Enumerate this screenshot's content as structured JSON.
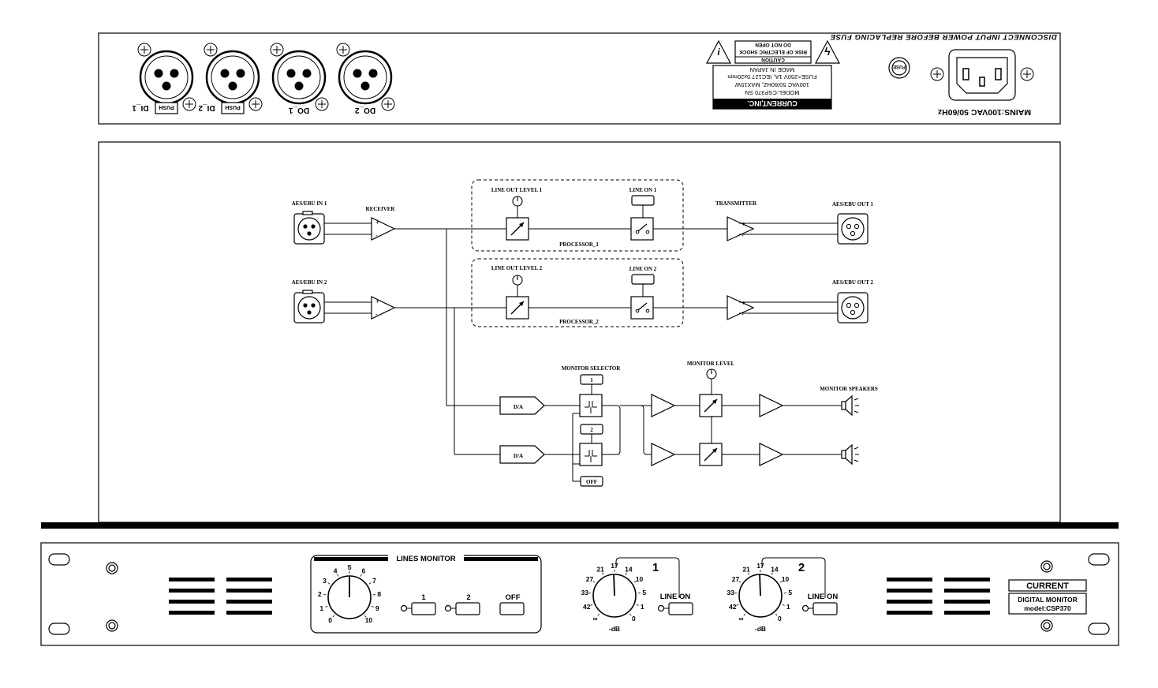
{
  "rear_panel": {
    "connectors": [
      "DI_1",
      "DI_2",
      "DO_1",
      "DO_2"
    ],
    "push_label": "PUSH",
    "caution": {
      "title": "CAUTION",
      "line1": "RISK OF ELECTRIC SHOCK",
      "line2": "DO NOT OPEN"
    },
    "brand": "CURRENT,INC.",
    "model_line": "MODEL:CSP370 SN",
    "power_line": "100VAC 50/60HZ, MAX15W",
    "fuse_line": "FUSE=250V 1A, IEC127 5x20mm",
    "origin": "MADE IN JAPAN",
    "fuse_label": "FUSE",
    "disconnect": "DISCONNECT INPUT POWER BEFORE REPLACING FUSE",
    "mains": "MAINS:100VAC 50/60Hz"
  },
  "block_diagram": {
    "in1": "AES/EBU IN 1",
    "in2": "AES/EBU IN 2",
    "receiver": "RECEIVER",
    "line_out_level_1": "LINE OUT LEVEL 1",
    "line_out_level_2": "LINE OUT LEVEL 2",
    "line_on_1": "LINE  ON 1",
    "line_on_2": "LINE ON 2",
    "processor_1": "PROCESSOR_1",
    "processor_2": "PROCESSOR_2",
    "transmitter": "TRANSMITTER",
    "out1": "AES/EBU OUT 1",
    "out2": "AES/EBU OUT 2",
    "monitor_selector": "MONITOR SELECTOR",
    "monitor_level": "MONITOR LEVEL",
    "monitor_speakers": "MONITOR SPEAKERS",
    "da": "D/A",
    "sel_1": "1",
    "sel_2": "2",
    "sel_off": "OFF",
    "plus": "+",
    "minus": "-"
  },
  "front_panel": {
    "lines_monitor": "LINES MONITOR",
    "monitor_scale": [
      "0",
      "1",
      "2",
      "3",
      "4",
      "5",
      "6",
      "7",
      "8",
      "9",
      "10"
    ],
    "btn_1": "1",
    "btn_2": "2",
    "btn_off": "OFF",
    "ch1": "1",
    "ch2": "2",
    "level_scale": [
      "∞",
      "42",
      "33",
      "27",
      "21",
      "17",
      "14",
      "10",
      "5",
      "1",
      "0"
    ],
    "db": "-dB",
    "line_on": "LINE ON",
    "brand": "CURRENT",
    "product": "DIGITAL MONITOR",
    "model": "model:CSP370"
  }
}
